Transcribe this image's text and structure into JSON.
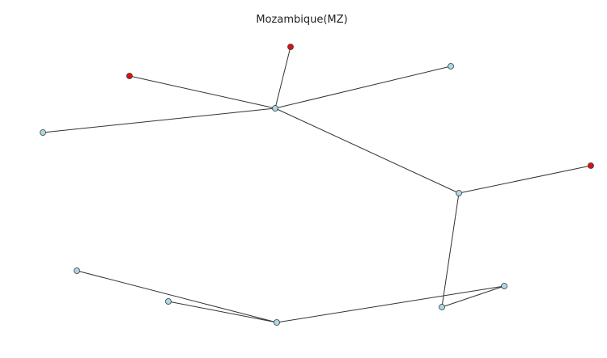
{
  "title": "Mozambique(MZ)",
  "colors": {
    "edge": "#333333",
    "node_stroke": "#333333",
    "node_fill_default": "#add8e6",
    "node_fill_highlight": "#dd1111"
  },
  "graph": {
    "nodes": [
      {
        "id": "hub",
        "color": "default"
      },
      {
        "id": "top",
        "color": "highlight"
      },
      {
        "id": "upper-left",
        "color": "highlight"
      },
      {
        "id": "upper-right",
        "color": "default"
      },
      {
        "id": "left",
        "color": "default"
      },
      {
        "id": "mid-right",
        "color": "default"
      },
      {
        "id": "far-right",
        "color": "highlight"
      },
      {
        "id": "bottom-right-low",
        "color": "default"
      },
      {
        "id": "bottom-right-high",
        "color": "default"
      },
      {
        "id": "bottom-hub",
        "color": "default"
      },
      {
        "id": "bottom-left-far",
        "color": "default"
      },
      {
        "id": "bottom-left-near",
        "color": "default"
      }
    ],
    "edges": [
      [
        "hub",
        "top"
      ],
      [
        "hub",
        "upper-left"
      ],
      [
        "hub",
        "upper-right"
      ],
      [
        "hub",
        "left"
      ],
      [
        "hub",
        "mid-right"
      ],
      [
        "mid-right",
        "far-right"
      ],
      [
        "mid-right",
        "bottom-right-low"
      ],
      [
        "bottom-right-low",
        "bottom-right-high"
      ],
      [
        "bottom-right-high",
        "bottom-hub"
      ],
      [
        "bottom-hub",
        "bottom-left-far"
      ],
      [
        "bottom-hub",
        "bottom-left-near"
      ]
    ]
  }
}
